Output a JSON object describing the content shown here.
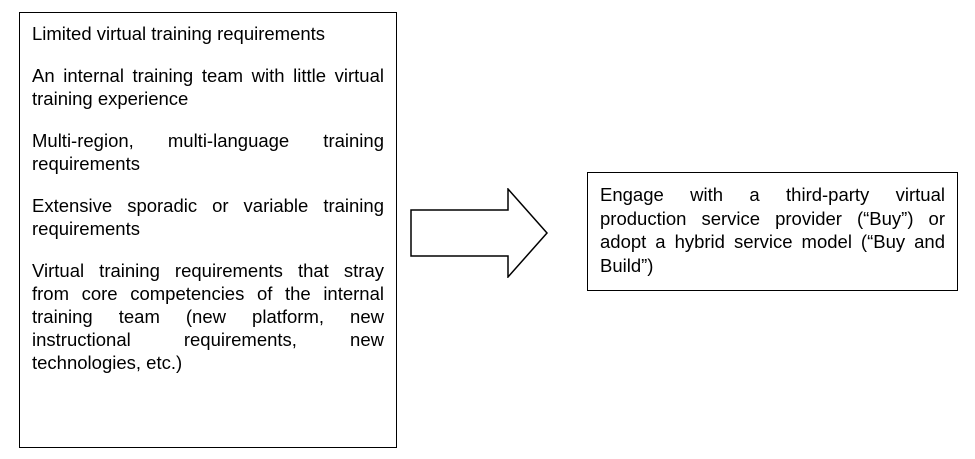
{
  "conditions": [
    "Limited virtual training requirements",
    "An internal training team with little virtual training experience",
    "Multi-region, multi-language training requirements",
    "Extensive sporadic or variable training requirements",
    "Virtual training requirements that stray from core competencies of the internal training team (new platform, new instructional requirements, new technologies, etc.)"
  ],
  "outcome": "Engage with a third-party virtual production service provider (“Buy”) or adopt a hybrid service model (“Buy and Build”)",
  "colors": {
    "border": "#000000",
    "background": "#ffffff",
    "text": "#000000"
  }
}
